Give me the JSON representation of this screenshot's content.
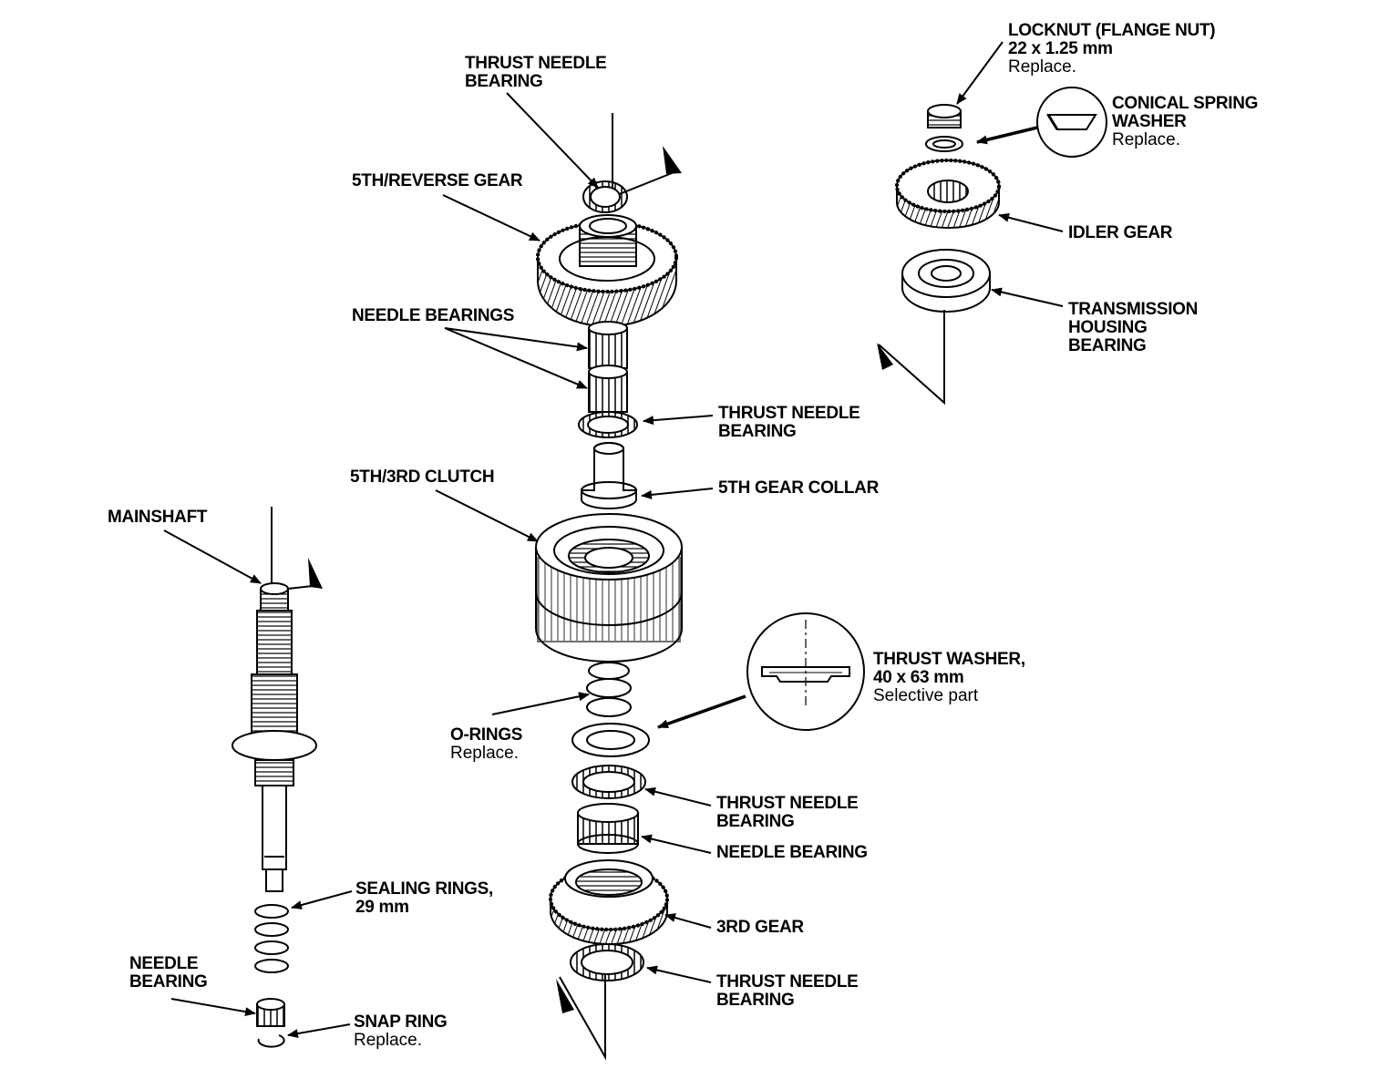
{
  "labels": {
    "thrust_needle_bearing_top": "THRUST NEEDLE\nBEARING",
    "fifth_reverse_gear": "5TH/REVERSE GEAR",
    "needle_bearings": "NEEDLE BEARINGS",
    "thrust_needle_bearing_2": "THRUST NEEDLE\nBEARING",
    "fifth_third_clutch": "5TH/3RD CLUTCH",
    "fifth_gear_collar": "5TH GEAR COLLAR",
    "mainshaft": "MAINSHAFT",
    "locknut": "LOCKNUT (FLANGE NUT)\n22 x 1.25 mm",
    "locknut_note": "Replace.",
    "conical_spring_washer": "CONICAL SPRING\nWASHER",
    "conical_spring_washer_note": "Replace.",
    "idler_gear": "IDLER GEAR",
    "transmission_housing_bearing": "TRANSMISSION\nHOUSING\nBEARING",
    "thrust_washer": "THRUST WASHER,\n40 x 63 mm",
    "thrust_washer_note": "Selective part",
    "o_rings": "O-RINGS",
    "o_rings_note": "Replace.",
    "thrust_needle_bearing_3": "THRUST NEEDLE\nBEARING",
    "needle_bearing_right": "NEEDLE BEARING",
    "third_gear": "3RD GEAR",
    "thrust_needle_bearing_bottom": "THRUST NEEDLE\nBEARING",
    "sealing_rings": "SEALING RINGS,\n29 mm",
    "needle_bearing_left": "NEEDLE\nBEARING",
    "snap_ring": "SNAP RING",
    "snap_ring_note": "Replace."
  },
  "icons": {
    "arrow": "arrow-icon",
    "direction": "direction-arrow-icon"
  }
}
